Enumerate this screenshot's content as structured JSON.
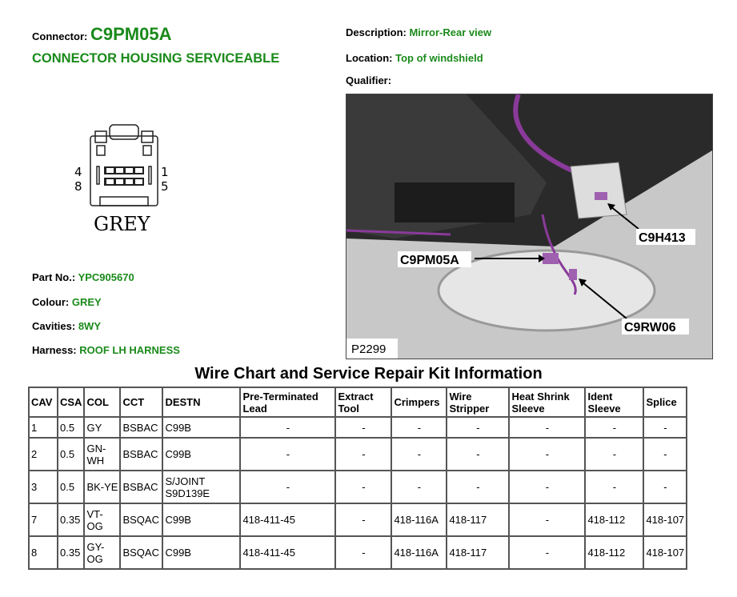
{
  "connector": {
    "label": "Connector:",
    "id": "C9PM05A",
    "subtitle": "CONNECTOR HOUSING SERVICEABLE"
  },
  "description": {
    "label": "Description:",
    "value": "Mirror-Rear view"
  },
  "location": {
    "label": "Location:",
    "value": "Top of windshield"
  },
  "qualifier": {
    "label": "Qualifier:"
  },
  "diagram": {
    "pin_tl": "4",
    "pin_bl": "8",
    "pin_tr": "1",
    "pin_br": "5",
    "colour_text": "GREY"
  },
  "photo": {
    "callouts": [
      "C9H413",
      "C9PM05A",
      "C9RW06"
    ],
    "ref": "P2299"
  },
  "part": {
    "label": "Part No.:",
    "value": "YPC905670"
  },
  "colour": {
    "label": "Colour:",
    "value": "GREY"
  },
  "cavities": {
    "label": "Cavities:",
    "value": "8WY"
  },
  "harness": {
    "label": "Harness:",
    "value": "ROOF LH HARNESS"
  },
  "table_title": "Wire Chart and Service Repair Kit Information",
  "columns": [
    "CAV",
    "CSA",
    "COL",
    "CCT",
    "DESTN",
    "Pre-Terminated Lead",
    "Extract Tool",
    "Crimpers",
    "Wire Stripper",
    "Heat Shrink Sleeve",
    "Ident Sleeve",
    "Splice"
  ],
  "rows": [
    [
      "1",
      "0.5",
      "GY",
      "BSBAC",
      "C99B",
      "-",
      "-",
      "-",
      "-",
      "-",
      "-",
      "-"
    ],
    [
      "2",
      "0.5",
      "GN-WH",
      "BSBAC",
      "C99B",
      "-",
      "-",
      "-",
      "-",
      "-",
      "-",
      "-"
    ],
    [
      "3",
      "0.5",
      "BK-YE",
      "BSBAC",
      "S/JOINT S9D139E",
      "-",
      "-",
      "-",
      "-",
      "-",
      "-",
      "-"
    ],
    [
      "7",
      "0.35",
      "VT-OG",
      "BSQAC",
      "C99B",
      "418-411-45",
      "-",
      "418-116A",
      "418-117",
      "-",
      "418-112",
      "418-107"
    ],
    [
      "8",
      "0.35",
      "GY-OG",
      "BSQAC",
      "C99B",
      "418-411-45",
      "-",
      "418-116A",
      "418-117",
      "-",
      "418-112",
      "418-107"
    ]
  ]
}
